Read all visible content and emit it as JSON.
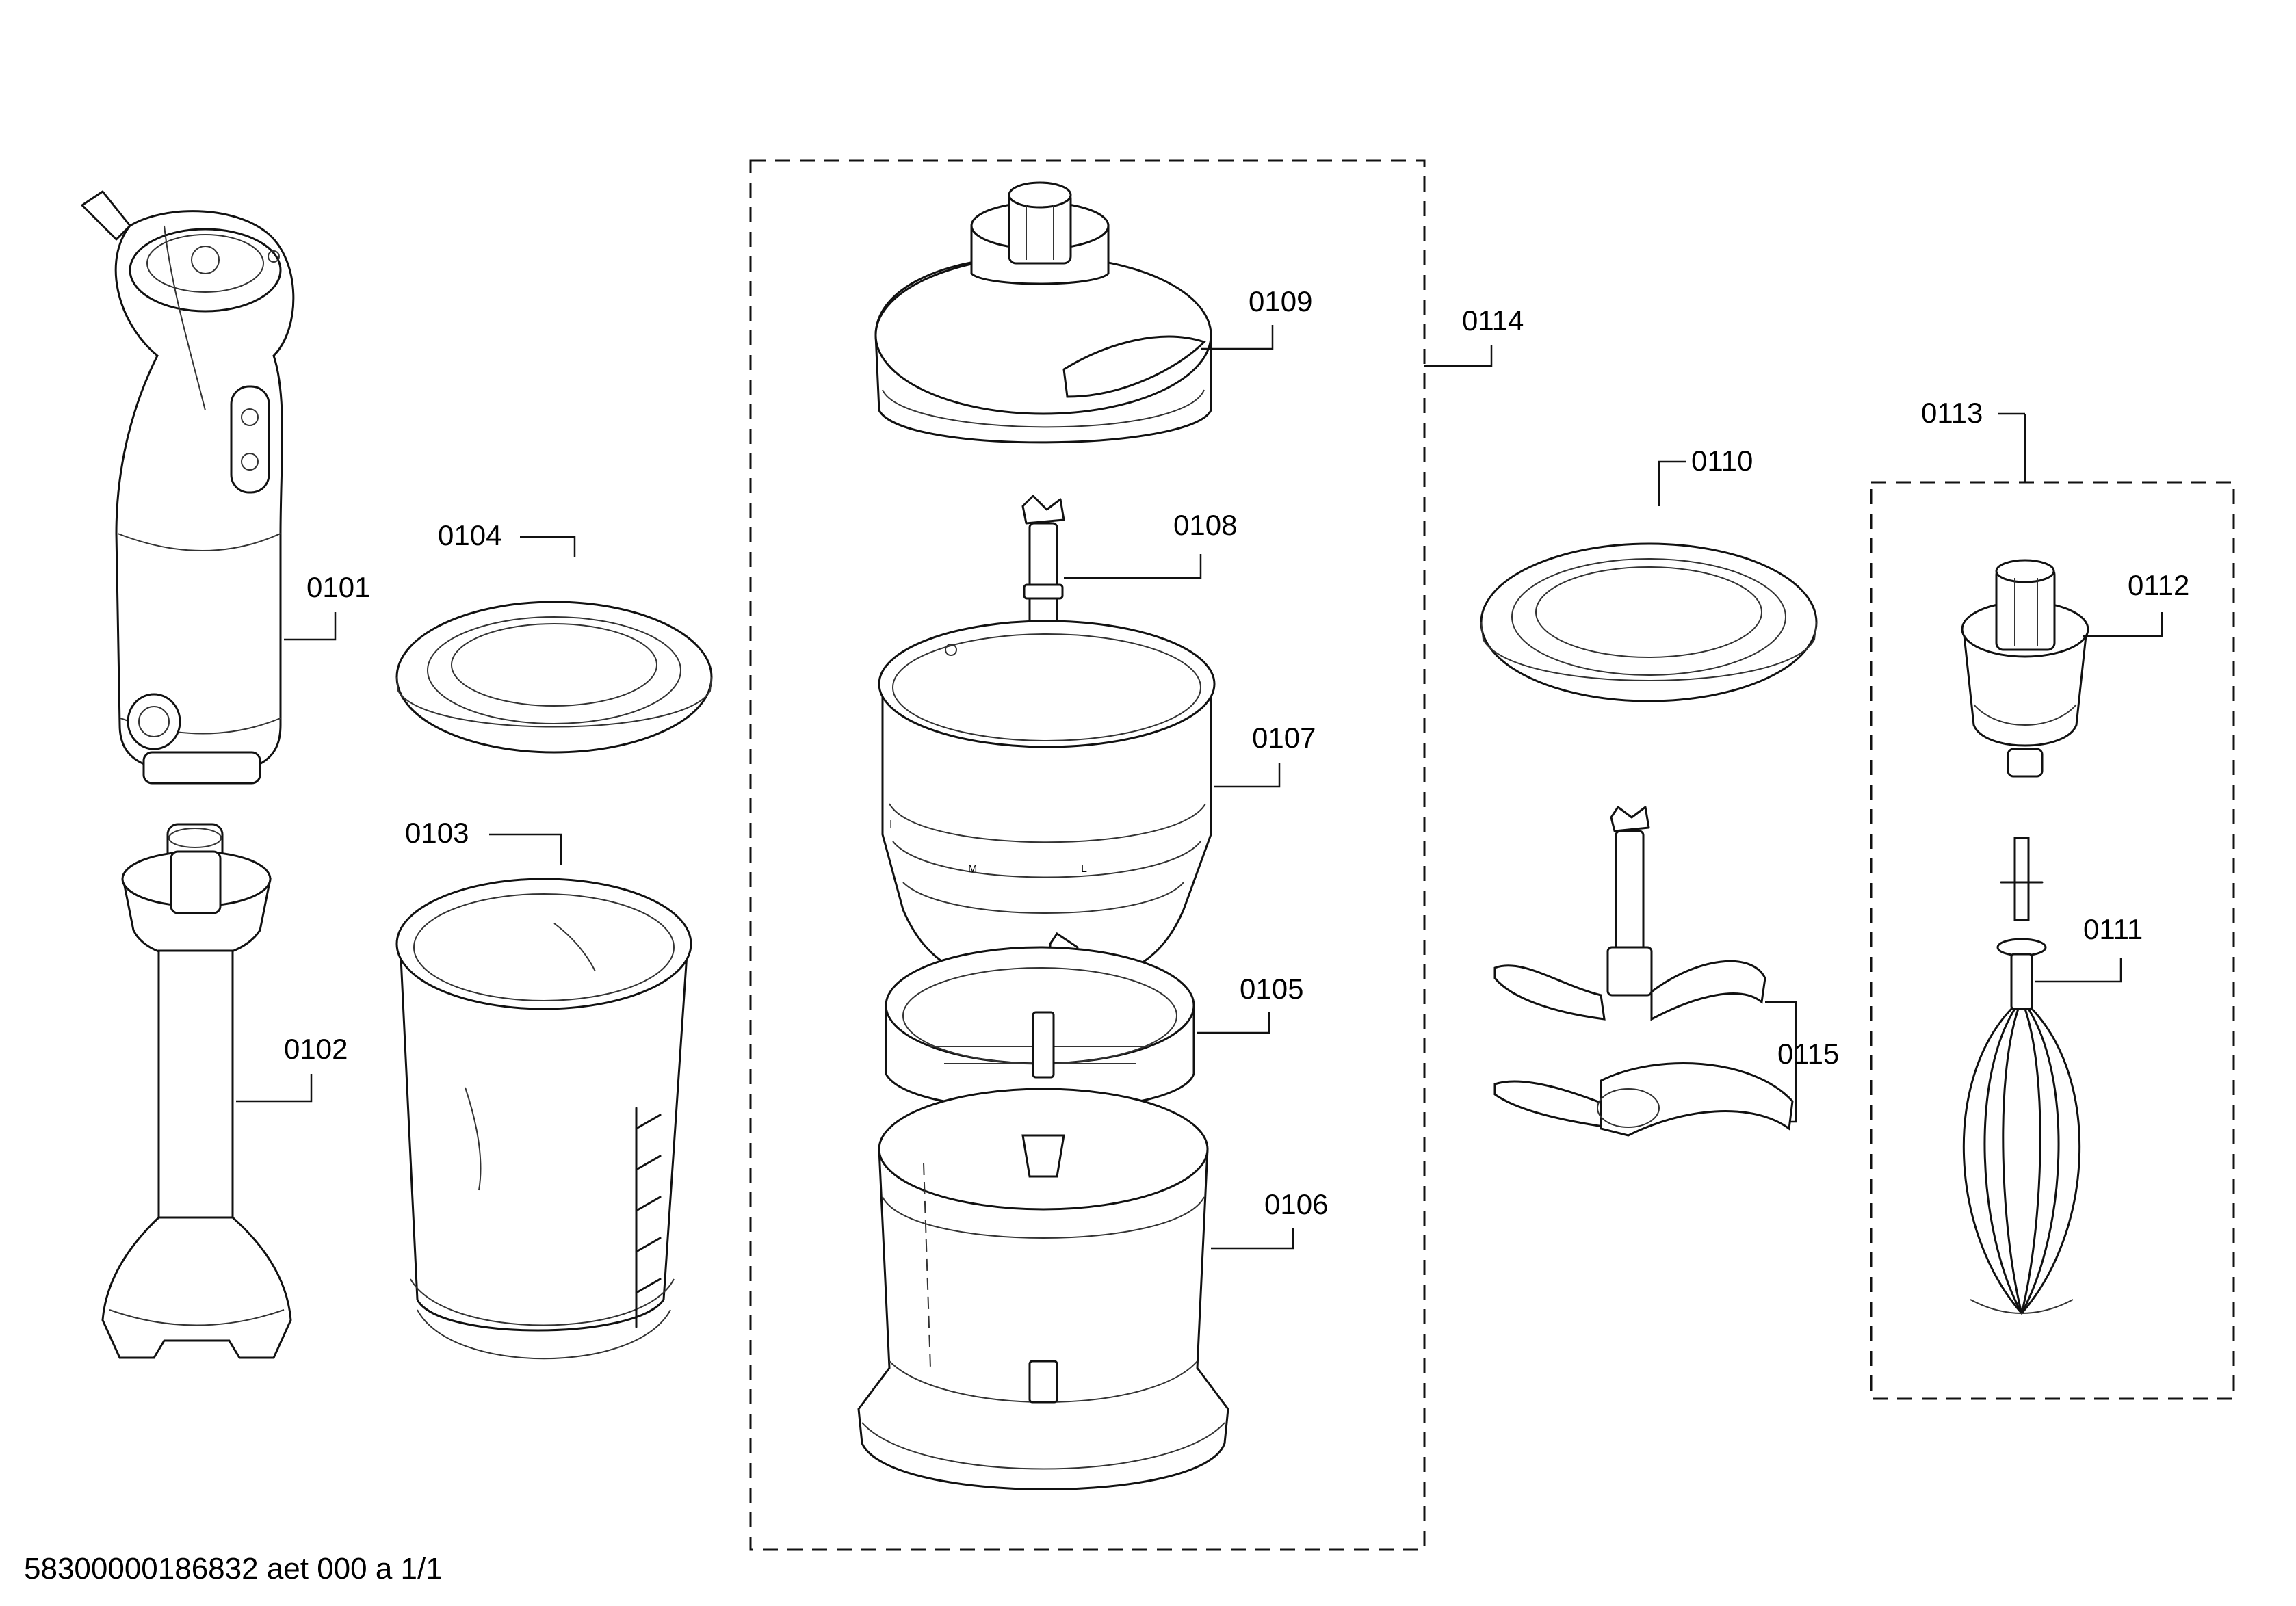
{
  "diagram": {
    "part_labels": {
      "p0101": "0101",
      "p0102": "0102",
      "p0103": "0103",
      "p0104": "0104",
      "p0105": "0105",
      "p0106": "0106",
      "p0107": "0107",
      "p0108": "0108",
      "p0109": "0109",
      "p0110": "0110",
      "p0111": "0111",
      "p0112": "0112",
      "p0113": "0113",
      "p0114": "0114",
      "p0115": "0115"
    },
    "footer": "58300000186832 aet 000 a 1/1"
  }
}
